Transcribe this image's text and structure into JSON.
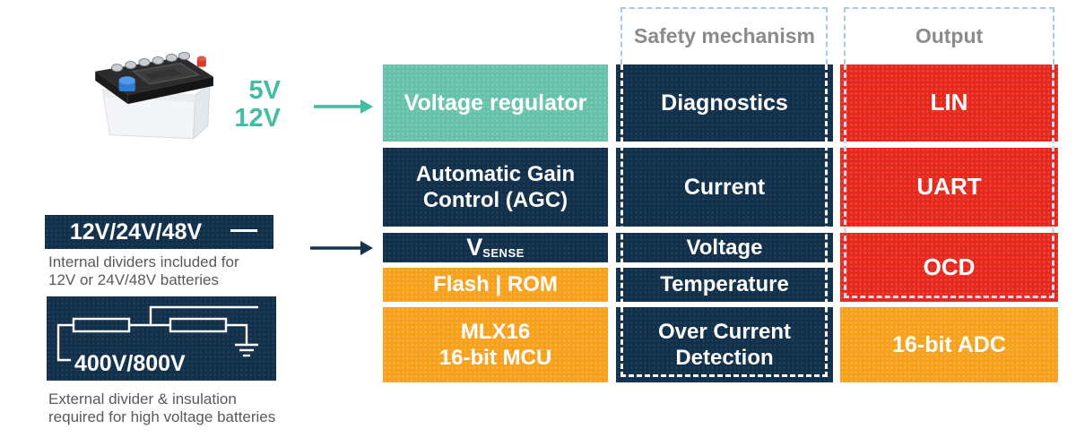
{
  "left_panel": {
    "battery_icon": "car-battery",
    "low_voltage_labels": {
      "line1": "5V",
      "line2": "12V"
    },
    "divider_box": {
      "label": "12V/24V/48V",
      "caption_line1": "Internal dividers included for",
      "caption_line2": "12V or 24V/48V batteries"
    },
    "hv_box": {
      "label": "400V/800V",
      "caption_line1": "External divider & insulation",
      "caption_line2": "required for high voltage batteries"
    }
  },
  "core_column": {
    "voltage_regulator": "Voltage regulator",
    "agc_line1": "Automatic Gain",
    "agc_line2": "Control (AGC)",
    "vsense_main": "V",
    "vsense_sub": "SENSE",
    "flash_rom": "Flash | ROM",
    "mcu_line1": "MLX16",
    "mcu_line2": "16-bit MCU"
  },
  "safety_column": {
    "header": "Safety mechanism",
    "diagnostics": "Diagnostics",
    "current": "Current",
    "voltage": "Voltage",
    "temperature": "Temperature",
    "ocd_line1": "Over Current",
    "ocd_line2": "Detection"
  },
  "output_column": {
    "header": "Output",
    "lin": "LIN",
    "uart": "UART",
    "ocd": "OCD",
    "adc": "16-bit ADC"
  },
  "colors": {
    "navy": "#13304A",
    "teal_block": "#66C1AA",
    "teal_accent": "#45BCA4",
    "orange": "#F7A01B",
    "red": "#E6271B",
    "dash_blue": "#A9C7E9",
    "dash_white": "#FFFFFF",
    "header_gray": "#8B8B8B",
    "caption_gray": "#595959"
  }
}
